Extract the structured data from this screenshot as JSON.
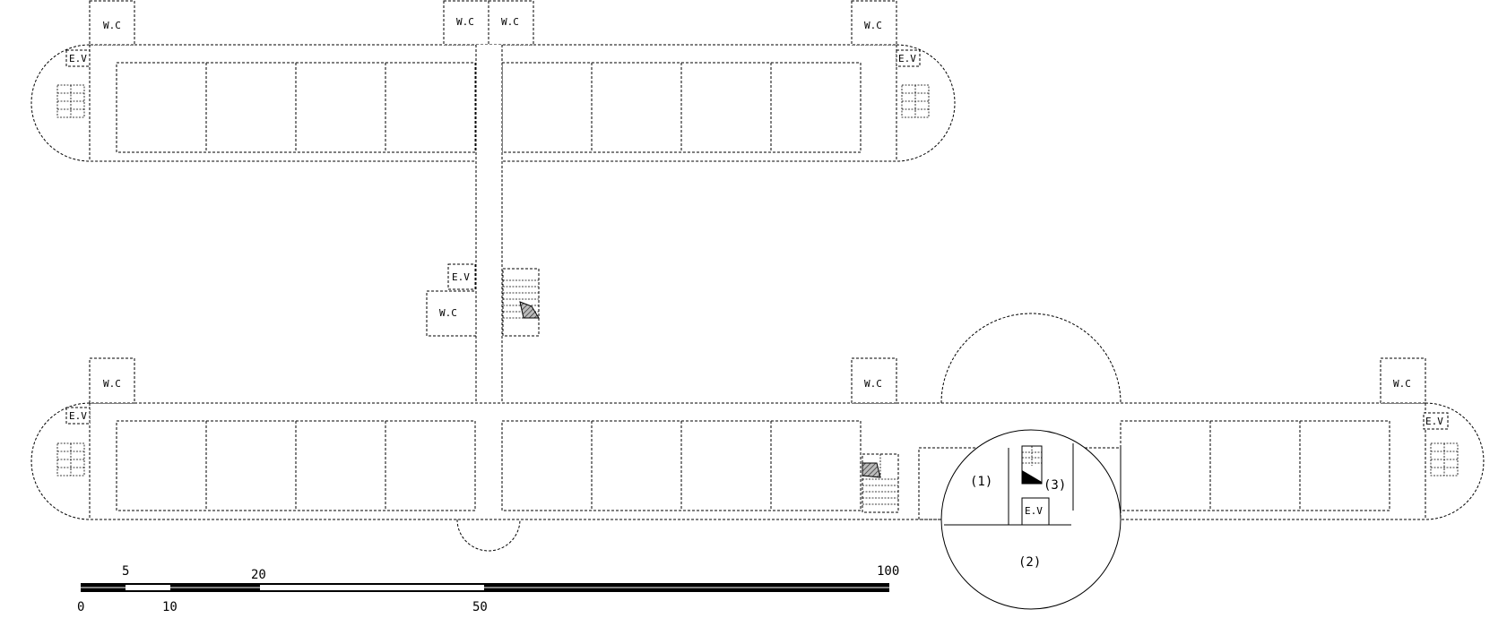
{
  "labels": {
    "wc": "W.C",
    "ev": "E.V"
  },
  "detail": {
    "zone_1": "(1)",
    "zone_2": "(2)",
    "zone_3": "(3)",
    "ev": "E.V"
  },
  "scale_bar": {
    "top_labels": [
      "5",
      "20",
      "100"
    ],
    "bottom_labels": [
      "0",
      "10",
      "50"
    ]
  }
}
